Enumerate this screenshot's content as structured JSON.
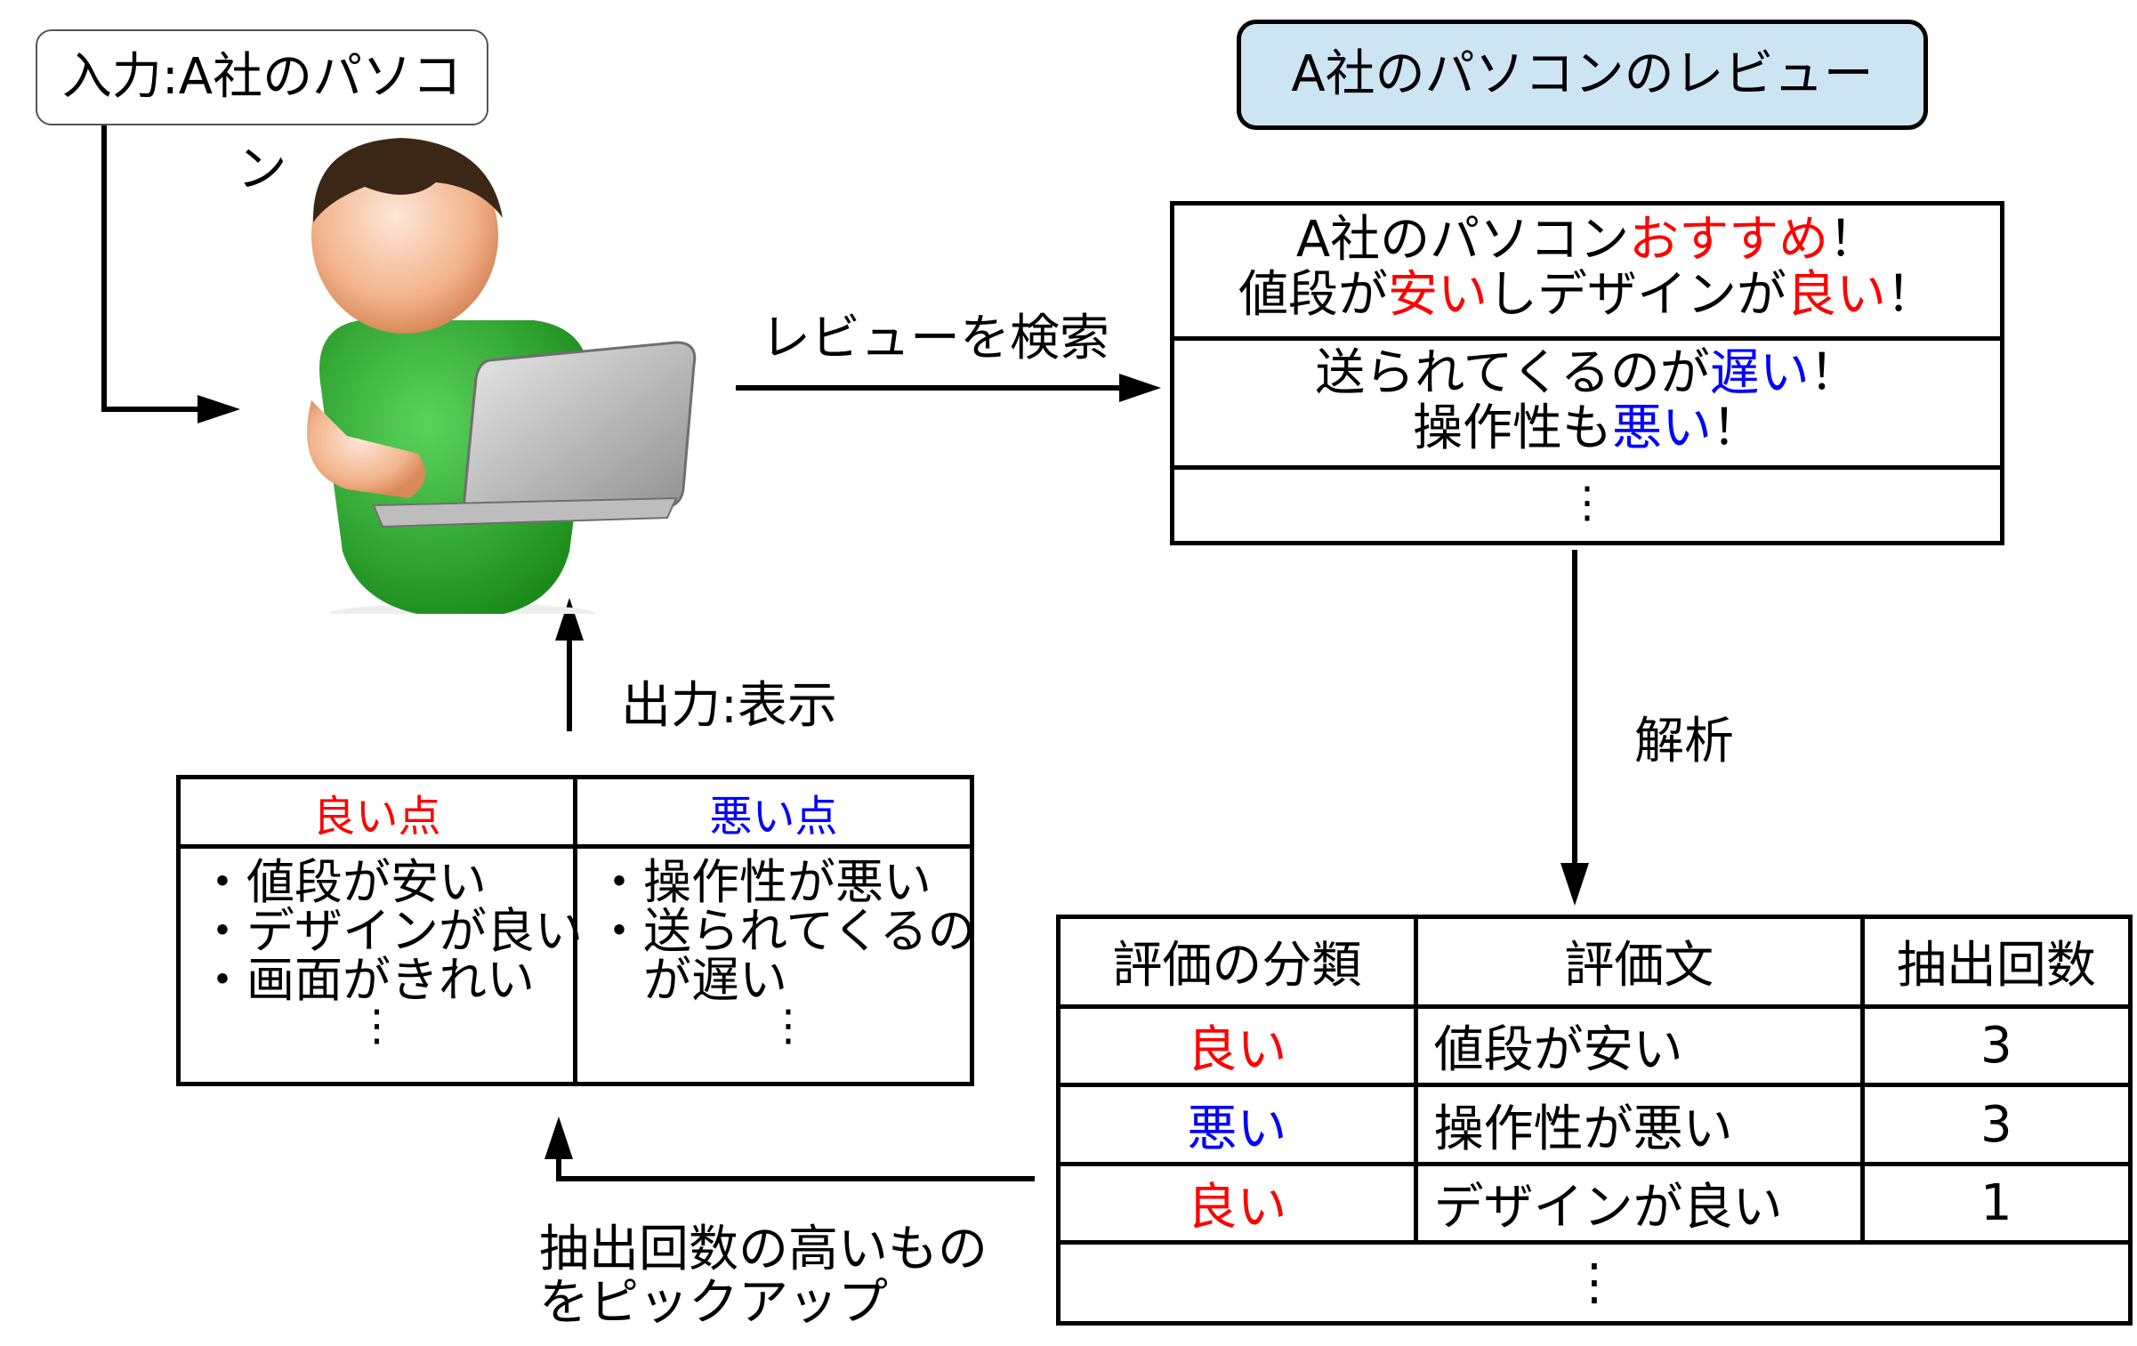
{
  "input_label": "入力:A社のパソコン",
  "reviews_title": "A社のパソコンのレビュー",
  "search_label": "レビューを検索",
  "analysis_label": "解析",
  "output_label": "出力:表示",
  "pickup_label": [
    "抽出回数の高いもの",
    "をピックアップ"
  ],
  "reviews": [
    {
      "lines": [
        [
          {
            "t": "A社のパソコン",
            "c": "black"
          },
          {
            "t": "おすすめ",
            "c": "red"
          },
          {
            "t": "！",
            "c": "black"
          }
        ],
        [
          {
            "t": "値段が",
            "c": "black"
          },
          {
            "t": "安い",
            "c": "red"
          },
          {
            "t": "しデザインが",
            "c": "black"
          },
          {
            "t": "良い",
            "c": "red"
          },
          {
            "t": "！",
            "c": "black"
          }
        ]
      ]
    },
    {
      "lines": [
        [
          {
            "t": "送られてくるのが",
            "c": "black"
          },
          {
            "t": "遅い",
            "c": "blue"
          },
          {
            "t": "！",
            "c": "black"
          }
        ],
        [
          {
            "t": "操作性も",
            "c": "black"
          },
          {
            "t": "悪い",
            "c": "blue"
          },
          {
            "t": "！",
            "c": "black"
          }
        ]
      ]
    },
    {
      "lines": [
        [
          {
            "t": "⋮",
            "c": "black"
          }
        ]
      ]
    }
  ],
  "result_table": {
    "headers": [
      "評価の分類",
      "評価文",
      "抽出回数"
    ],
    "rows": [
      {
        "category": "良い",
        "color": "red",
        "sentence": "値段が安い",
        "count": "3"
      },
      {
        "category": "悪い",
        "color": "blue",
        "sentence": "操作性が悪い",
        "count": "3"
      },
      {
        "category": "良い",
        "color": "red",
        "sentence": "デザインが良い",
        "count": "1"
      }
    ],
    "ellipsis": "⋮"
  },
  "summary_table": {
    "good_header": "良い点",
    "bad_header": "悪い点",
    "good_items": [
      "・値段が安い",
      "・デザインが良い",
      "・画面がきれい"
    ],
    "bad_items": [
      "・操作性が悪い",
      "・送られてくるの",
      "　が遅い"
    ],
    "ellipsis": "⋮"
  },
  "colors": {
    "red": "#ff0000",
    "blue": "#0000ff",
    "title_bg": "#cde5f2"
  }
}
